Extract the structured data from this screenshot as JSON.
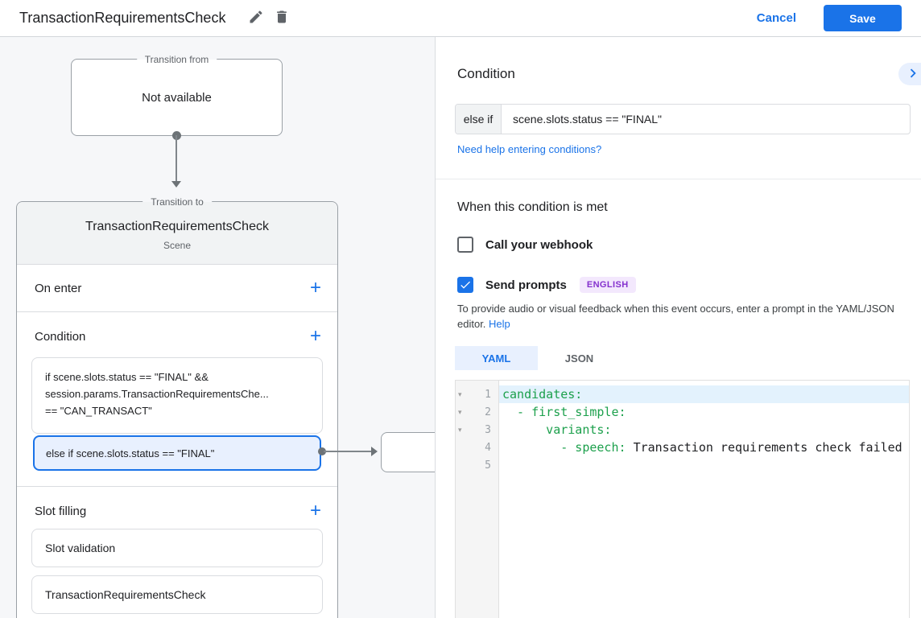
{
  "colors": {
    "accent": "#1a73e8",
    "selected_bg": "#e8f0fe",
    "badge_bg": "#f3e8fd",
    "badge_text": "#8430ce",
    "code_key_green": "#1ca04c"
  },
  "icons": {
    "plus": "+",
    "fold": "▾"
  },
  "header": {
    "title": "TransactionRequirementsCheck",
    "cancel_label": "Cancel",
    "save_label": "Save"
  },
  "canvas": {
    "transition_from": {
      "legend": "Transition from",
      "content": "Not available"
    },
    "transition_to": {
      "legend": "Transition to",
      "title": "TransactionRequirementsCheck",
      "subtitle": "Scene",
      "on_enter": {
        "label": "On enter"
      },
      "condition": {
        "label": "Condition",
        "cards": [
          {
            "selected": false,
            "lines": [
              "if scene.slots.status == \"FINAL\" &&",
              "session.params.TransactionRequirementsChe...",
              "== \"CAN_TRANSACT\""
            ]
          },
          {
            "selected": true,
            "lines": [
              "else if scene.slots.status == \"FINAL\""
            ]
          }
        ]
      },
      "slot_filling": {
        "label": "Slot filling",
        "cards": [
          "Slot validation",
          "TransactionRequirementsCheck"
        ]
      }
    }
  },
  "panel": {
    "title": "Condition",
    "condition_input": {
      "prefix": "else if",
      "value": "scene.slots.status == \"FINAL\""
    },
    "help_link": "Need help entering conditions?",
    "when_met": {
      "title": "When this condition is met",
      "webhook": {
        "label": "Call your webhook",
        "checked": false
      },
      "prompts": {
        "label": "Send prompts",
        "checked": true,
        "badge": "ENGLISH"
      },
      "description": "To provide audio or visual feedback when this event occurs, enter a prompt in the YAML/JSON editor.",
      "description_link": "Help"
    },
    "editor": {
      "tabs": [
        {
          "label": "YAML",
          "active": true
        },
        {
          "label": "JSON",
          "active": false
        }
      ],
      "lines": [
        {
          "num": "1",
          "fold": true,
          "highlight": true,
          "segments": [
            {
              "t": "candidates:",
              "c": "key"
            }
          ]
        },
        {
          "num": "2",
          "fold": true,
          "highlight": false,
          "segments": [
            {
              "t": "  - first_simple:",
              "c": "key"
            }
          ]
        },
        {
          "num": "3",
          "fold": true,
          "highlight": false,
          "segments": [
            {
              "t": "      variants:",
              "c": "key"
            }
          ]
        },
        {
          "num": "4",
          "fold": false,
          "highlight": false,
          "segments": [
            {
              "t": "        - speech: ",
              "c": "key"
            },
            {
              "t": "Transaction requirements check failed",
              "c": "text"
            }
          ]
        },
        {
          "num": "5",
          "fold": false,
          "highlight": false,
          "segments": [
            {
              "t": "",
              "c": "text"
            }
          ]
        }
      ]
    }
  }
}
